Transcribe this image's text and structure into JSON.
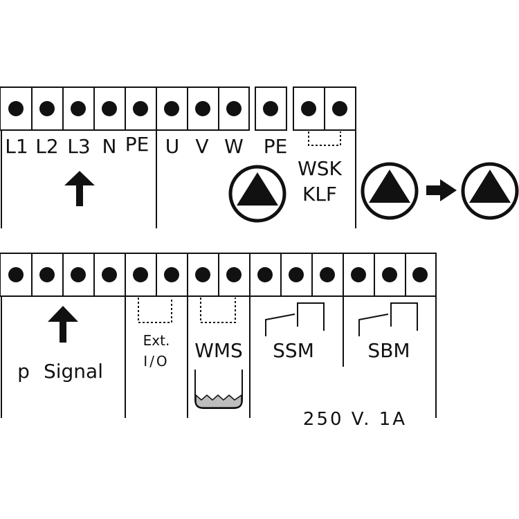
{
  "top_block": {
    "power_labels": [
      "L1",
      "L2",
      "L3",
      "N",
      "PE"
    ],
    "motor_labels": [
      "U",
      "V",
      "W"
    ],
    "pe_label": "PE",
    "wsk_label": "WSK",
    "klf_label": "KLF"
  },
  "bottom_block": {
    "p_label": "p",
    "signal_label": "Signal",
    "ext_label": "Ext.",
    "io_label": "I/O",
    "wms_label": "WMS",
    "ssm_label": "SSM",
    "sbm_label": "SBM",
    "rating": "250 V. 1A"
  },
  "icons": [
    "pump-icon",
    "arrow-up-icon",
    "arrow-right-icon",
    "relay-contact-icon",
    "level-sensor-icon",
    "terminal-screw-icon"
  ],
  "colors": {
    "line": "#111111",
    "sensor_fill": "#bdbdbd",
    "background": "#ffffff"
  }
}
